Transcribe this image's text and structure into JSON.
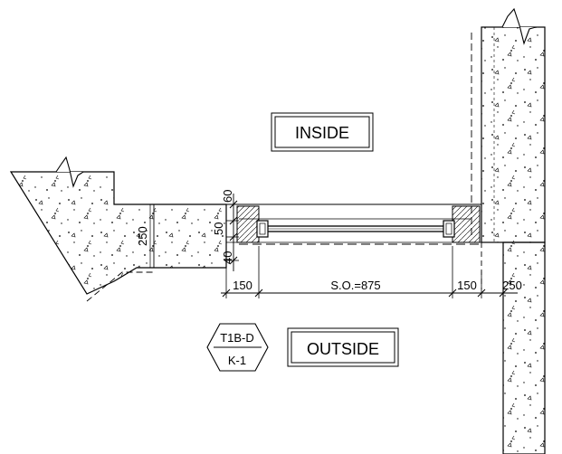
{
  "labels": {
    "inside": "INSIDE",
    "outside": "OUTSIDE"
  },
  "tag": {
    "top": "T1B-D",
    "bottom": "K-1"
  },
  "dimensions": {
    "d_60": "60",
    "d_50": "50",
    "d_40": "40",
    "d_250_left": "250",
    "d_150_left": "150",
    "d_so": "S.O.=875",
    "d_150_right": "150",
    "d_250_right": "250"
  },
  "colors": {
    "line": "#000000",
    "background": "#ffffff"
  }
}
